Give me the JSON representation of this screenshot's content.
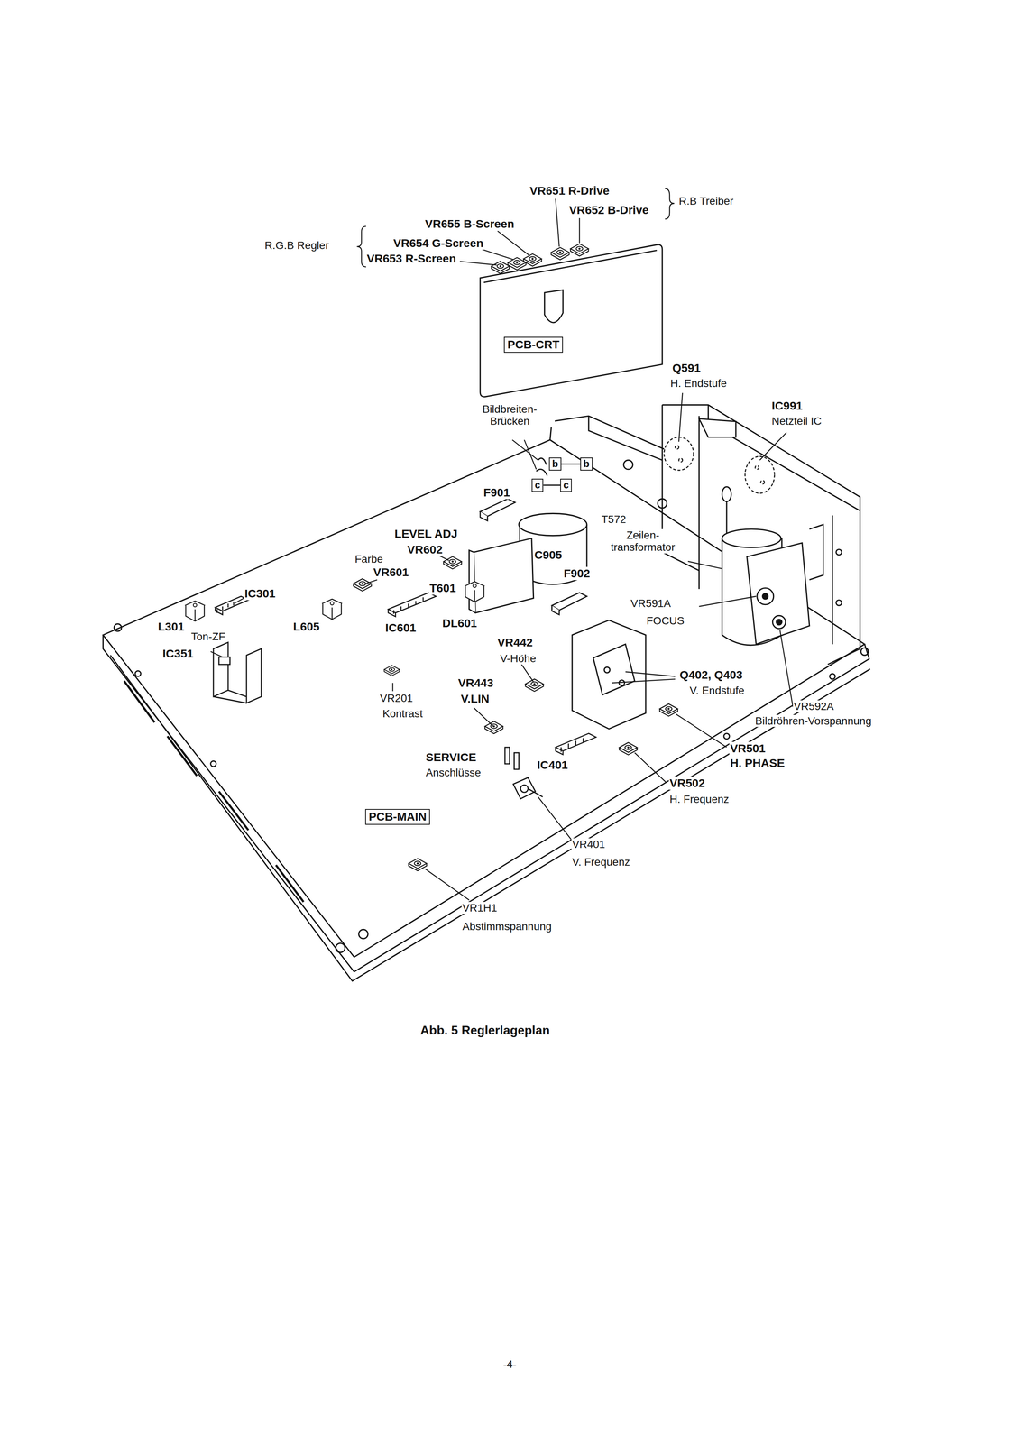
{
  "diagram": {
    "caption": "Abb. 5 Reglerlageplan",
    "nodes": [
      {
        "text": [
          "PCB-CRT"
        ]
      },
      {
        "text": [
          "b"
        ]
      },
      {
        "text": [
          "b"
        ]
      },
      {
        "text": [
          "c"
        ]
      },
      {
        "text": [
          "c"
        ]
      },
      {
        "text": [
          "PCB-MAIN"
        ]
      }
    ],
    "edges": [
      {
        "from": 1,
        "to": 2,
        "arrow": "none"
      },
      {
        "from": 3,
        "to": 4,
        "arrow": "none"
      }
    ],
    "labels": [
      "VR651 R-Drive",
      "VR652 B-Drive",
      "R.B Treiber",
      "VR655 B-Screen",
      "R.G.B Regler",
      "VR654 G-Screen",
      "VR653 R-Screen",
      "Q591",
      "H. Endstufe",
      "IC991",
      "Netzteil IC",
      "Bildbreiten- Brücken",
      "F901",
      "T572",
      "Zeilen- transformator",
      "LEVEL ADJ",
      "VR602",
      "Farbe",
      "VR601",
      "C905",
      "F902",
      "T601",
      "IC301",
      "VR591A",
      "FOCUS",
      "L301",
      "Ton-ZF",
      "L605",
      "IC601",
      "DL601",
      "IC351",
      "VR442",
      "V-Höhe",
      "Q402, Q403",
      "V. Endstufe",
      "VR592A",
      "Bildröhren-Vorspannung",
      "VR443",
      "V.LIN",
      "VR201",
      "Kontrast",
      "VR501",
      "H. PHASE",
      "SERVICE",
      "Anschlüsse",
      "IC401",
      "VR502",
      "H. Frequenz",
      "VR401",
      "V. Frequenz",
      "VR1H1",
      "Abstimmspannung",
      "-4-"
    ]
  }
}
